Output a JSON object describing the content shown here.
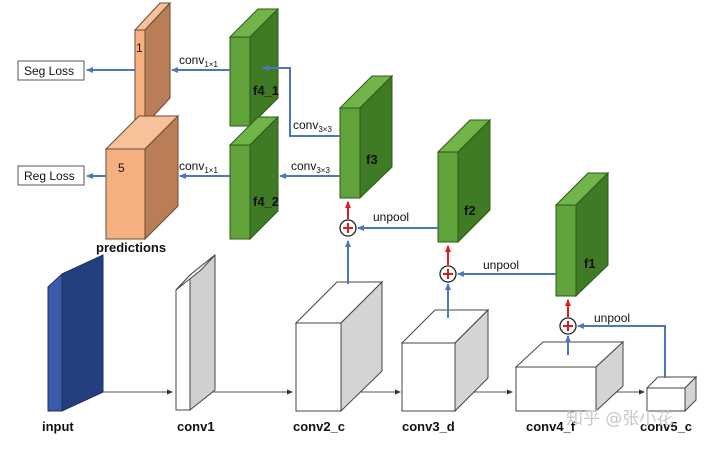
{
  "losses": {
    "seg": "Seg Loss",
    "reg": "Reg Loss"
  },
  "predictions": {
    "label": "predictions",
    "seg_channels": "1",
    "reg_channels": "5"
  },
  "features": {
    "f4_1": "f4_1",
    "f4_2": "f4_2",
    "f3": "f3",
    "f2": "f2",
    "f1": "f1"
  },
  "ops": {
    "conv_main": "conv",
    "conv1x1_sub": "1×1",
    "conv3x3_sub": "3×3",
    "unpool": "unpool"
  },
  "encoder": {
    "input": "input",
    "conv1": "conv1",
    "conv2": "conv2_c",
    "conv3": "conv3_d",
    "conv4": "conv4_f",
    "conv5": "conv5_c"
  },
  "watermark": "知乎 @张小花",
  "colors": {
    "prediction_front": "#f5b080",
    "prediction_side": "#b97d58",
    "feature_front": "#5fa33a",
    "feature_side": "#3f7a24",
    "input_front": "#3a5bab",
    "input_side": "#243f80",
    "arrow": "#4a78c0",
    "red_arrow": "#e11b1b"
  }
}
